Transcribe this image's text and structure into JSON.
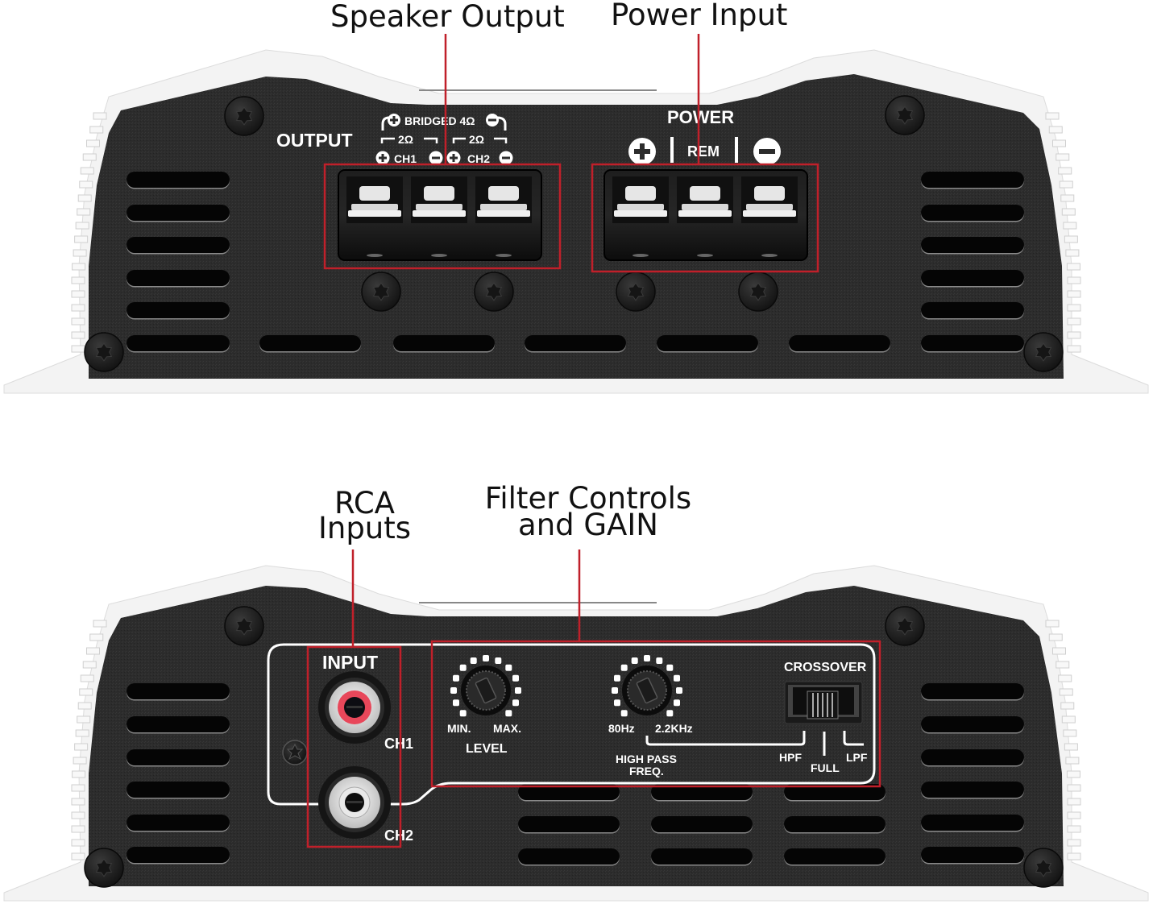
{
  "callouts": {
    "speaker_output": "Speaker Output",
    "power_input": "Power Input",
    "rca_inputs_line1": "RCA",
    "rca_inputs_line2": "Inputs",
    "filter_line1": "Filter Controls",
    "filter_line2": "and GAIN"
  },
  "top_panel": {
    "output_label": "OUTPUT",
    "bridged_label": "BRIDGED 4Ω",
    "ch1_impedance": "2Ω",
    "ch2_impedance": "2Ω",
    "ch1_label": "CH1",
    "ch2_label": "CH2",
    "power_label": "POWER",
    "rem_label": "REM",
    "speaker_terminal_count": 3,
    "power_terminal_count": 3
  },
  "bottom_panel": {
    "input_label": "INPUT",
    "ch1_label": "CH1",
    "ch2_label": "CH2",
    "level_min": "MIN.",
    "level_max": "MAX.",
    "level_label": "LEVEL",
    "hpf_min": "80Hz",
    "hpf_max": "2.2KHz",
    "hpf_label_line1": "HIGH PASS",
    "hpf_label_line2": "FREQ.",
    "crossover_label": "CROSSOVER",
    "crossover_options": [
      "HPF",
      "FULL",
      "LPF"
    ],
    "crossover_selected": "FULL"
  },
  "colors": {
    "panel": "#2c2c2c",
    "heatsink": "#f2f2f2",
    "highlight_red": "#c0202a",
    "rca_red": "#e8475a",
    "label_white": "#ffffff"
  }
}
